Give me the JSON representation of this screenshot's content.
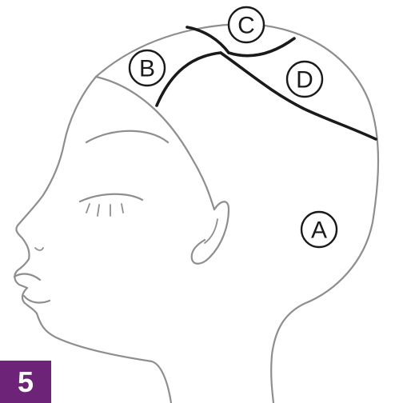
{
  "step": {
    "number": "5",
    "badge_color": "#6d2478"
  },
  "sections": [
    {
      "letter": "A"
    },
    {
      "letter": "B"
    },
    {
      "letter": "C"
    },
    {
      "letter": "D"
    }
  ],
  "colors": {
    "outline": "#8e8e8e",
    "section_line": "#1a1a1a"
  }
}
